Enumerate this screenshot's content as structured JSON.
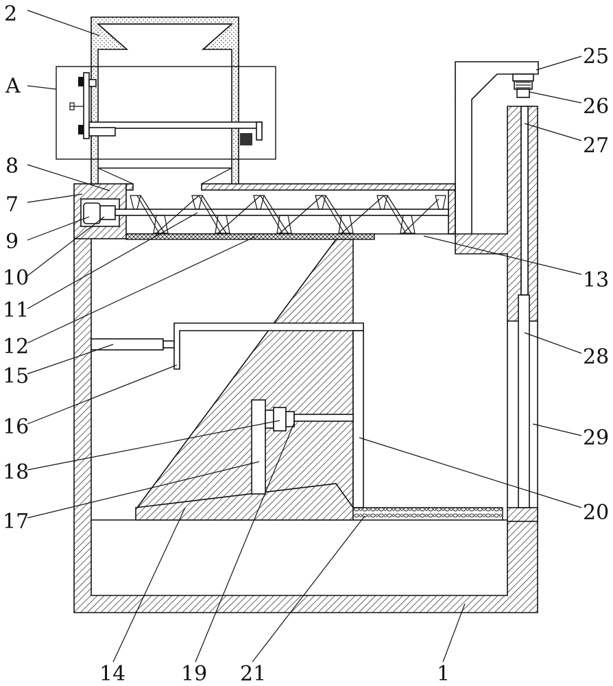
{
  "diagram": {
    "labels": {
      "l2": "2",
      "lA": "A",
      "l8": "8",
      "l7": "7",
      "l9": "9",
      "l10": "10",
      "l11": "11",
      "l12": "12",
      "l15": "15",
      "l16": "16",
      "l18": "18",
      "l17": "17",
      "l14": "14",
      "l19": "19",
      "l21": "21",
      "l1": "1",
      "l25": "25",
      "l26": "26",
      "l27": "27",
      "l13": "13",
      "l28": "28",
      "l29": "29",
      "l20": "20"
    }
  }
}
